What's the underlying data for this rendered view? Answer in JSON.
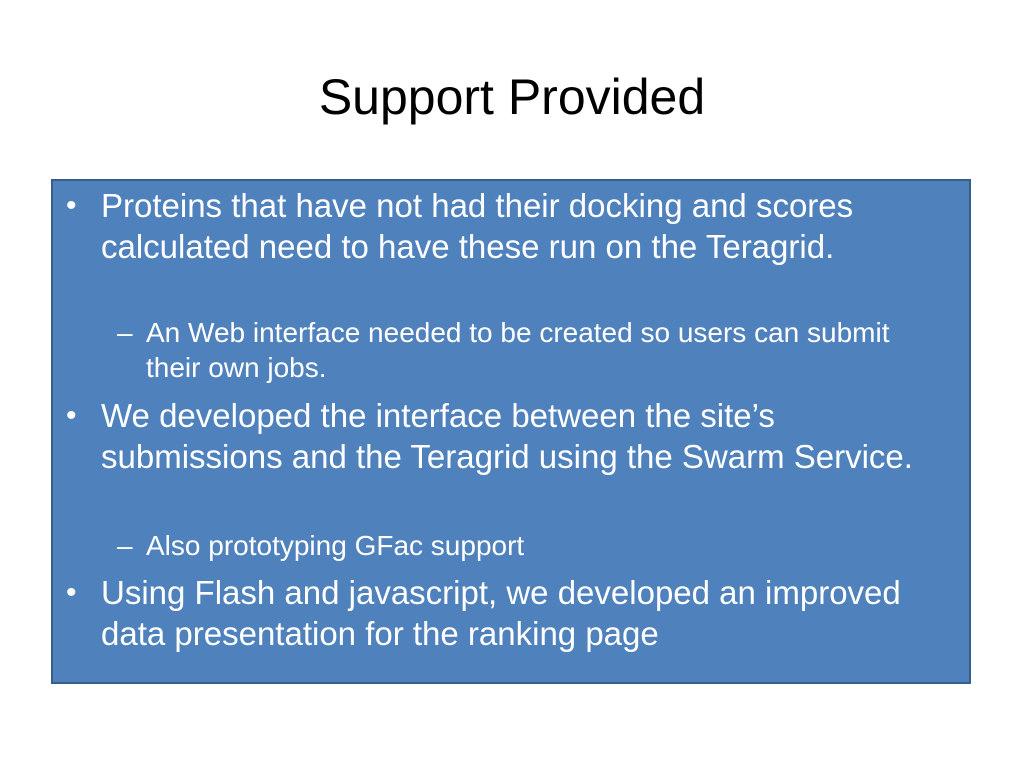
{
  "slide": {
    "title": "Support Provided",
    "bullet_marker": "•",
    "sub_marker": "–",
    "items": [
      "Proteins that have not had their docking and scores calculated need to have these run on the Teragrid.",
      "An Web interface needed to be created so users can submit their own jobs.",
      "We developed the interface between the site’s submissions and the Teragrid using the Swarm Service.",
      "Also prototyping GFac support",
      "Using Flash and javascript, we developed an improved data presentation for the ranking page"
    ],
    "colors": {
      "box_fill": "#4f81bd",
      "box_border": "#385d8a",
      "text": "#ffffff",
      "title": "#000000"
    }
  }
}
